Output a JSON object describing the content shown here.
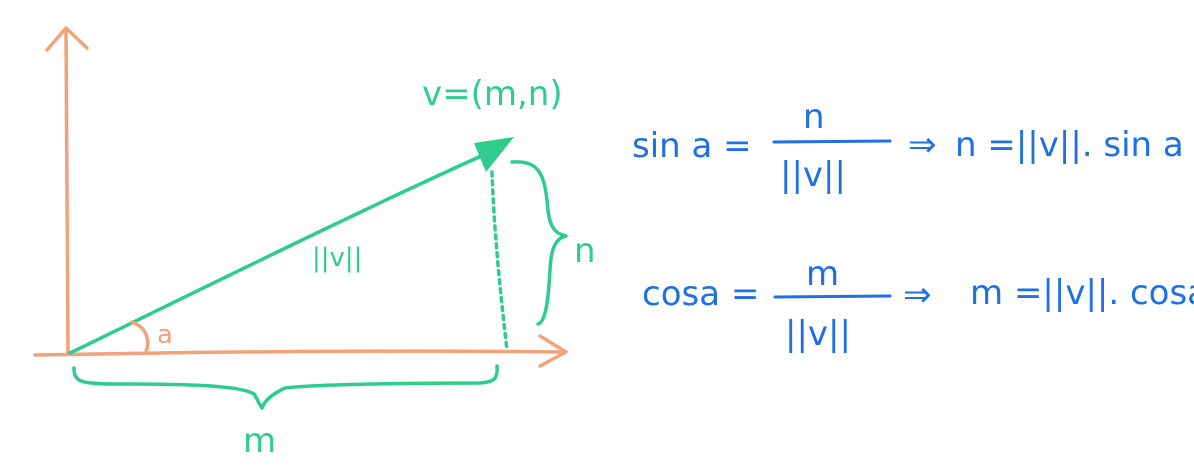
{
  "diagram": {
    "vector_label": "v=(m,n)",
    "norm_label": "||v||",
    "angle_label": "a",
    "opposite_label": "n",
    "adjacent_label": "m"
  },
  "equations": {
    "sin": {
      "lhs": "sin a =",
      "numerator": "n",
      "denominator": "||v||",
      "arrow": "⇒",
      "result": "n =||v||. sin a"
    },
    "cos": {
      "lhs": "cosa =",
      "numerator": "m",
      "denominator": "||v||",
      "arrow": "⇒",
      "result": "m =||v||. cosa"
    }
  },
  "colors": {
    "axes": "#f2a27a",
    "vector": "#2ecc8e",
    "equations": "#1f6fe5"
  }
}
